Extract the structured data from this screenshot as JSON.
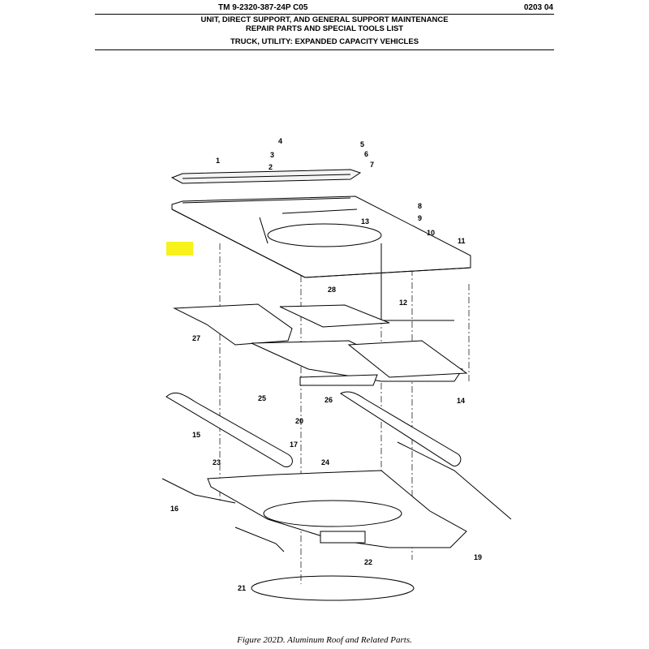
{
  "header": {
    "doc_number": "TM 9-2320-387-24P  C05",
    "page_ref": "0203 04",
    "title_line1": "UNIT, DIRECT SUPPORT, AND GENERAL SUPPORT MAINTENANCE",
    "title_line2": "REPAIR PARTS AND SPECIAL TOOLS LIST",
    "vehicle": "TRUCK, UTILITY: EXPANDED CAPACITY VEHICLES"
  },
  "figure": {
    "caption": "Figure 202D.  Aluminum Roof and Related Parts.",
    "highlight_color": "#f7f21c",
    "callouts": [
      "1",
      "2",
      "3",
      "4",
      "5",
      "6",
      "7",
      "8",
      "9",
      "10",
      "11",
      "12",
      "13",
      "14",
      "15",
      "16",
      "17",
      "19",
      "20",
      "21",
      "22",
      "23",
      "24",
      "25",
      "26",
      "27",
      "28"
    ]
  }
}
